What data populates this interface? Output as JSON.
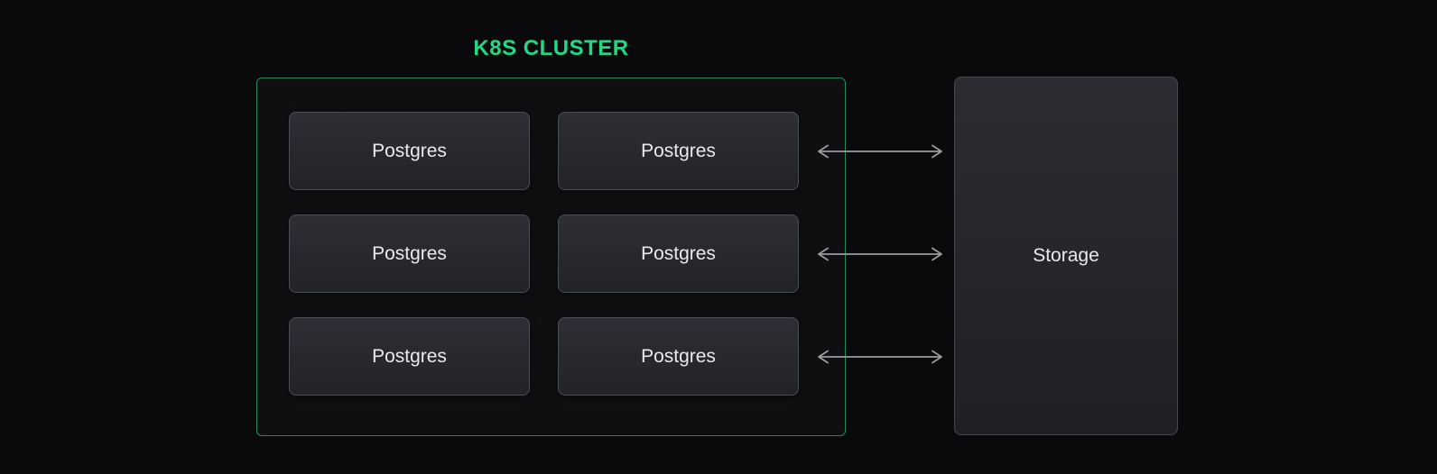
{
  "diagram": {
    "title": "K8S CLUSTER",
    "cluster": {
      "nodes": [
        "Postgres",
        "Postgres",
        "Postgres",
        "Postgres",
        "Postgres",
        "Postgres"
      ]
    },
    "storage": {
      "label": "Storage"
    },
    "arrows": {
      "count": 3,
      "direction": "bidirectional"
    },
    "colors": {
      "background": "#0a0a0c",
      "accent_green": "#25d784",
      "cluster_border": "#1f8a5e",
      "node_border": "#4a4d54",
      "node_fill_top": "#2d2f35",
      "node_fill_bottom": "#222327",
      "text": "#e9eaec",
      "arrow": "#9b9ca1"
    }
  }
}
